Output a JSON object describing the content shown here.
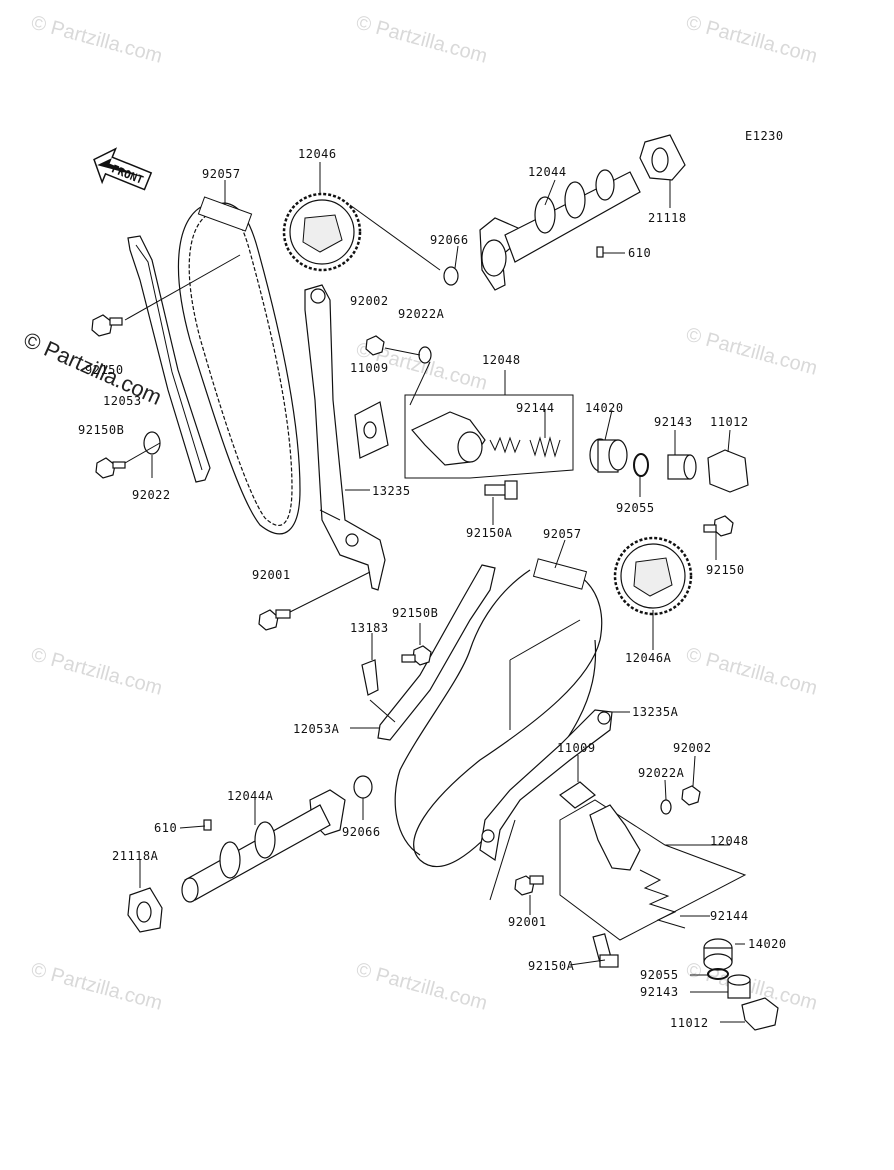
{
  "diagram_code": "E1230",
  "front_label": "FRONT",
  "watermark": "© Partzilla.com",
  "part_labels": {
    "p12046": "12046",
    "p92057a": "92057",
    "p12044": "12044",
    "p21118": "21118",
    "p92066a": "92066",
    "p610a": "610",
    "p92002a": "92002",
    "p92022Aa": "92022A",
    "p92150": "92150",
    "p12053": "12053",
    "p11009a": "11009",
    "p12048a": "12048",
    "p92144a": "92144",
    "p14020a": "14020",
    "p92143a": "92143",
    "p11012a": "11012",
    "p92150Ba": "92150B",
    "p92022": "92022",
    "p13235": "13235",
    "p92055a": "92055",
    "p92150Aa": "92150A",
    "p92057b": "92057",
    "p92150b": "92150",
    "p92001a": "92001",
    "p92150Bb": "92150B",
    "p13183": "13183",
    "p12046A": "12046A",
    "p12053A": "12053A",
    "p13235A": "13235A",
    "p11009b": "11009",
    "p92002b": "92002",
    "p12044A": "12044A",
    "p92022Ab": "92022A",
    "p610b": "610",
    "p92066b": "92066",
    "p12048b": "12048",
    "p21118A": "21118A",
    "p92001b": "92001",
    "p92144b": "92144",
    "p14020b": "14020",
    "p92150Ab": "92150A",
    "p92055b": "92055",
    "p92143b": "92143",
    "p11012b": "11012"
  }
}
